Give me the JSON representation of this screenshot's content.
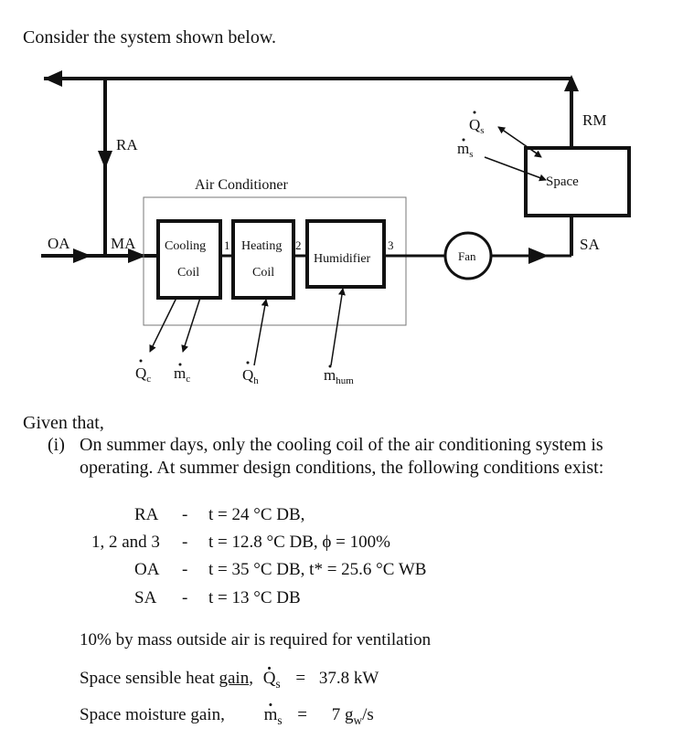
{
  "intro": "Consider the system shown below.",
  "diagram": {
    "labels": {
      "ra": "RA",
      "rm": "RM",
      "oa": "OA",
      "ma": "MA",
      "sa": "SA",
      "air_conditioner": "Air Conditioner",
      "cooling": "Cooling",
      "coil_1": "Coil",
      "heating": "Heating",
      "coil_2": "Coil",
      "humidifier": "Humidifier",
      "fan": "Fan",
      "space": "Space",
      "n1": "1",
      "n2": "2",
      "n3": "3",
      "qs": "Q",
      "qs_sub": "s",
      "ms": "m",
      "ms_sub": "s",
      "qc": "Q",
      "qc_sub": "c",
      "mc": "m",
      "mc_sub": "c",
      "qh": "Q",
      "qh_sub": "h",
      "mhum": "m",
      "mhum_sub": "hum"
    }
  },
  "given": {
    "heading": "Given that,",
    "item_label": "(i)",
    "item_line1": "On summer days, only the cooling coil of the air conditioning system is",
    "item_line2": "operating.  At summer design conditions, the following conditions exist:"
  },
  "conditions": [
    {
      "name": "RA",
      "dash": "-",
      "value": "t = 24   °C DB,"
    },
    {
      "name": "1, 2 and 3",
      "dash": "-",
      "value": "t = 12.8 °C DB,  ϕ  =  100%"
    },
    {
      "name": "OA",
      "dash": "-",
      "value": "t = 35   °C DB, t*  =  25.6 °C WB"
    },
    {
      "name": "SA",
      "dash": "-",
      "value": "t = 13   °C DB"
    }
  ],
  "notes": {
    "ventilation": "10% by mass outside air is required for ventilation",
    "sensible_prefix": "Space sensible heat ",
    "sensible_gain": "gain",
    "sensible_suffix": ",",
    "sensible_symbol": "Q",
    "sensible_sub": "s",
    "sensible_eq": "=",
    "sensible_value": "37.8 kW",
    "moisture_label": "Space moisture gain,",
    "moisture_symbol": "m",
    "moisture_sub": "s",
    "moisture_eq": "=",
    "moisture_value_num": "7 g",
    "moisture_value_sub": "w",
    "moisture_value_unit": "/s"
  }
}
